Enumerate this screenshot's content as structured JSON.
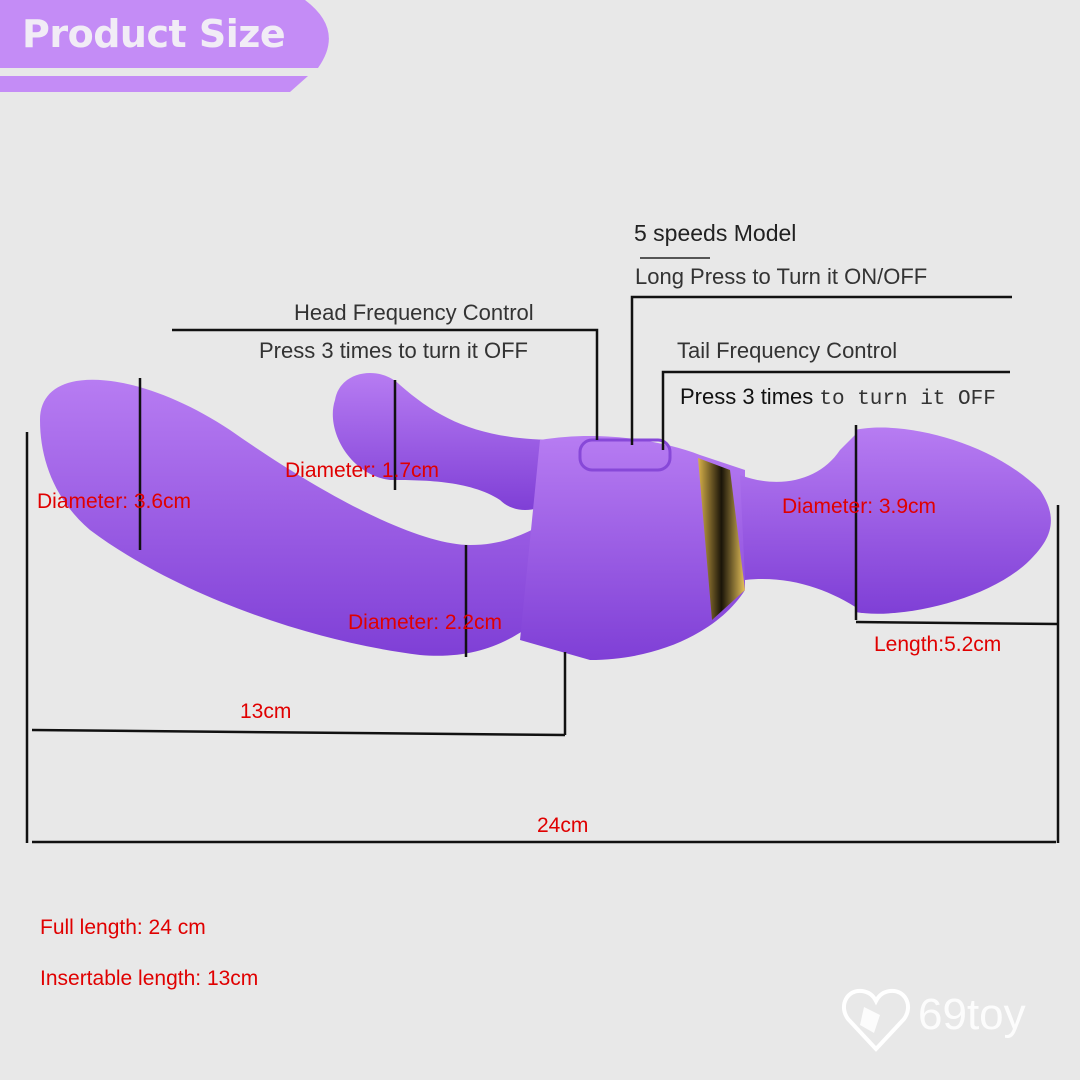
{
  "header": {
    "title": "Product Size",
    "banner_color": "#c48cf6"
  },
  "callouts": {
    "speeds": {
      "title": "5 speeds Model",
      "detail": "Long Press to Turn it ON/OFF"
    },
    "head_control": {
      "title": "Head Frequency Control",
      "detail": "Press 3 times to turn it OFF"
    },
    "tail_control": {
      "title": "Tail Frequency Control",
      "detail_bold": "Press 3 times",
      "detail_rest": "to turn it OFF"
    }
  },
  "dimensions": {
    "tip_diameter": "Diameter: 3.6cm",
    "arm_diameter": "Diameter: 1.7cm",
    "shaft_diameter": "Diameter: 2.2cm",
    "head_diameter": "Diameter: 3.9cm",
    "head_length": "Length:5.2cm",
    "insertable_span": "13cm",
    "total_span": "24cm"
  },
  "notes": {
    "full_length": "Full length: 24 cm",
    "insertable_length": "Insertable length: 13cm"
  },
  "colors": {
    "product": "#9b59e6",
    "accent_ring": "#c9a43a",
    "dimension_text": "#e00000",
    "line": "#111111"
  },
  "watermark": {
    "text": "69toy",
    "icon": "heart-logo-icon"
  }
}
